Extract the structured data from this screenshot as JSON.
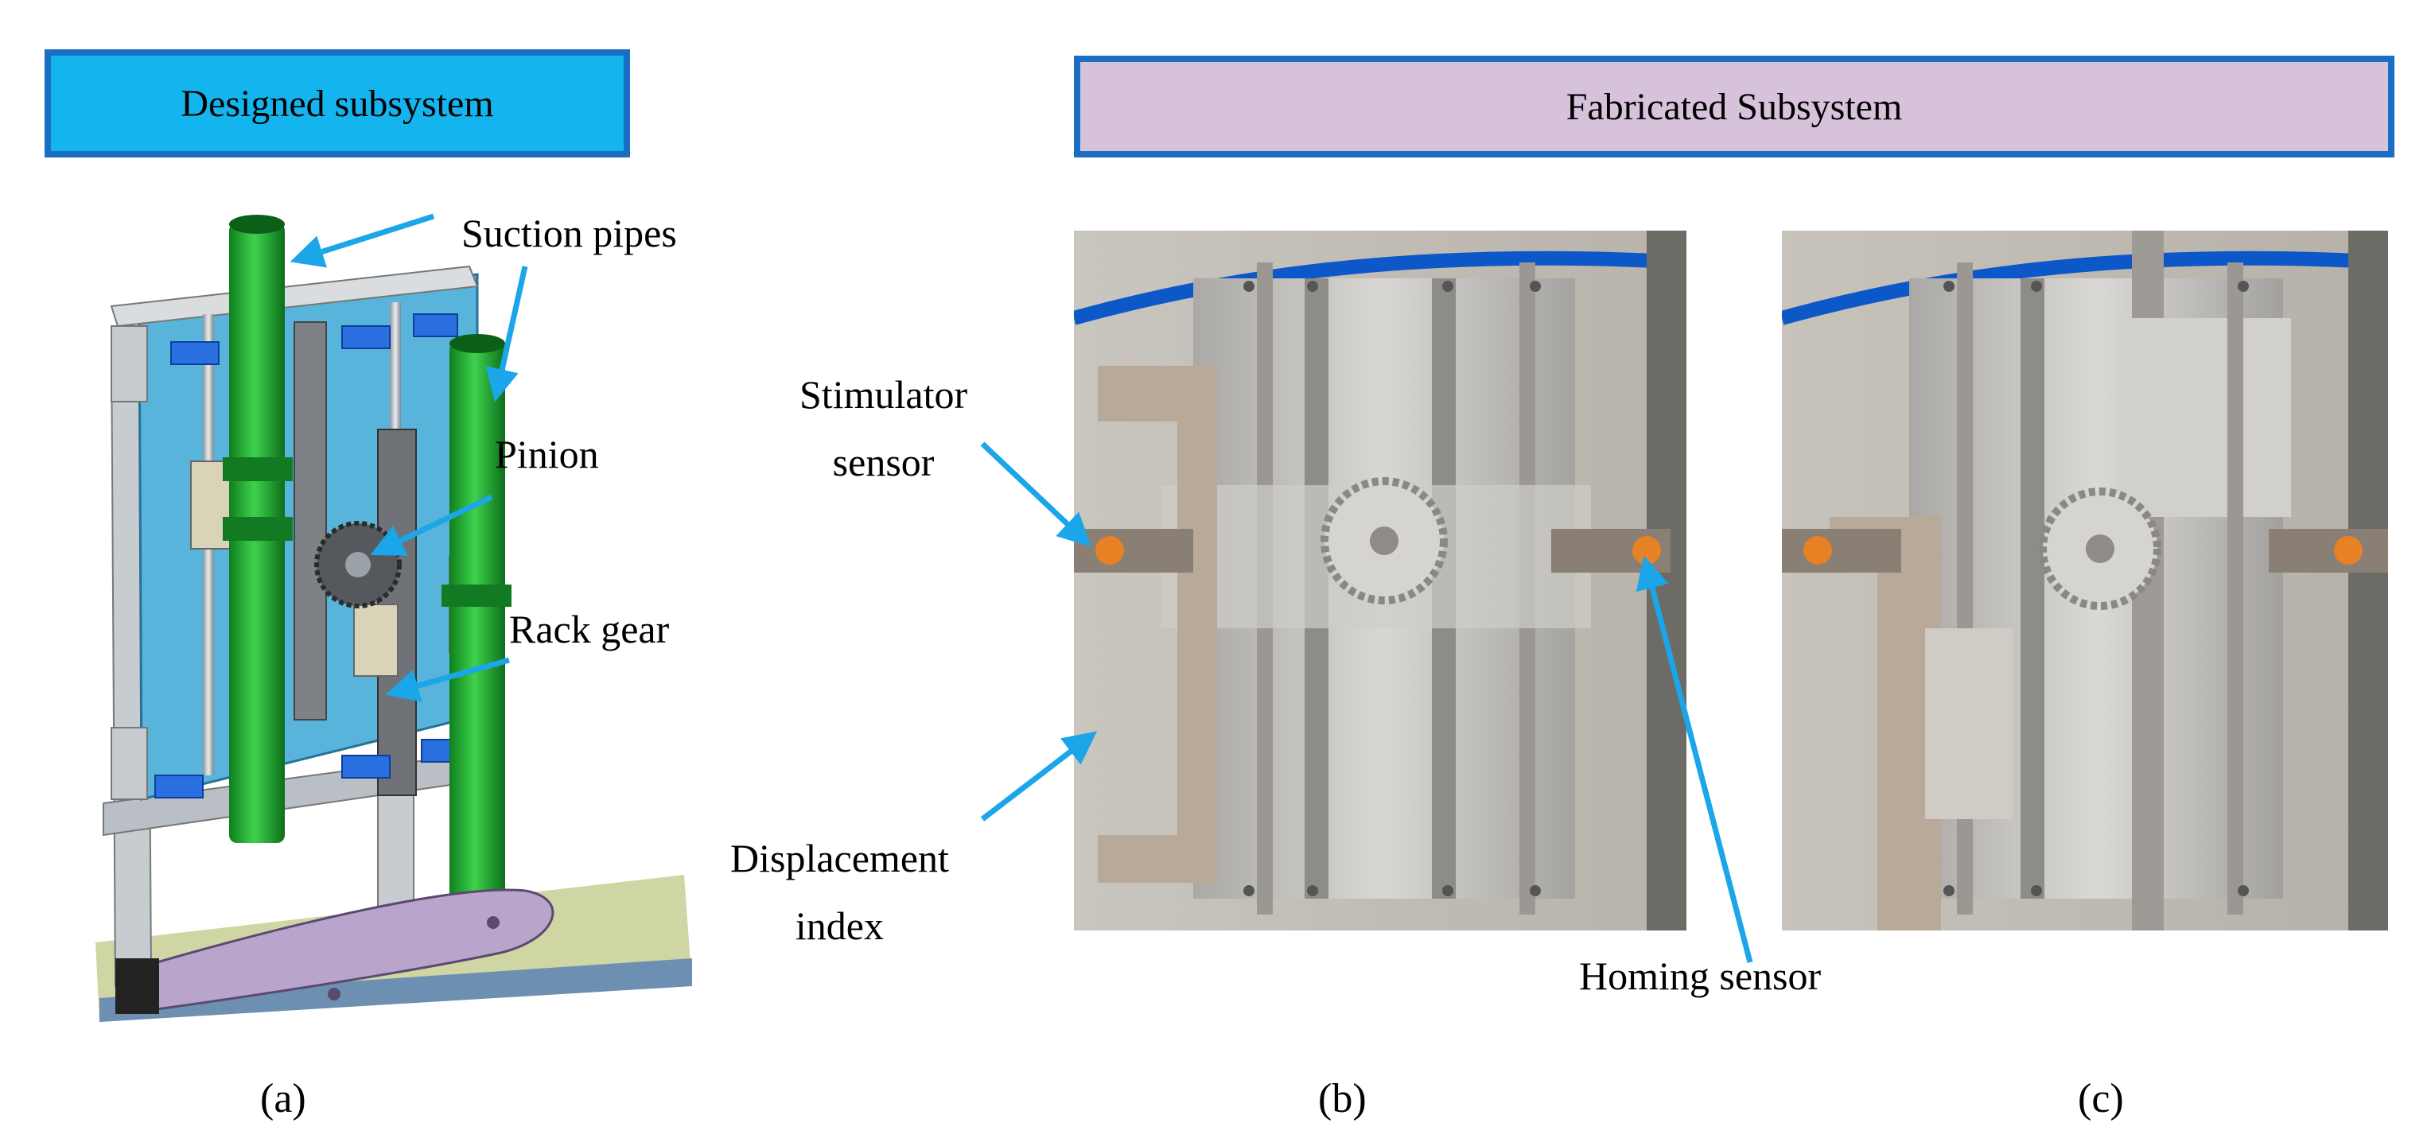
{
  "headers": {
    "designed": "Designed subsystem",
    "fabricated": "Fabricated Subsystem"
  },
  "labels": {
    "suction_pipes": "Suction pipes",
    "pinion": "Pinion",
    "rack_gear": "Rack gear",
    "stimulator_sensor_1": "Stimulator",
    "stimulator_sensor_2": "sensor",
    "displacement_index_1": "Displacement",
    "displacement_index_2": "index",
    "homing_sensor": "Homing sensor"
  },
  "captions": {
    "a": "(a)",
    "b": "(b)",
    "c": "(c)"
  },
  "colors": {
    "designed_header_fill": "#14b4ee",
    "fabricated_header_fill": "#d7c2dc",
    "header_border": "#1a6fc4",
    "pointer_arrow": "#1aa6e8",
    "pipe_green": "#1faa2e",
    "plate_blue": "#58b4da"
  }
}
